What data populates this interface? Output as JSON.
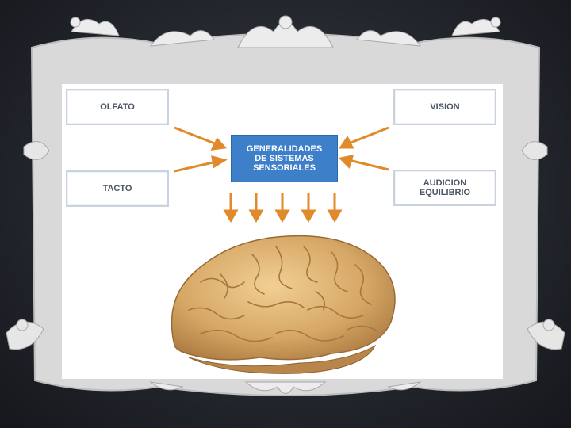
{
  "diagram": {
    "center": {
      "lines": [
        "GENERALIDADES",
        "DE SISTEMAS",
        "SENSORIALES"
      ]
    },
    "senses": {
      "olfato": "OLFATO",
      "tacto": "TACTO",
      "vision": "VISION",
      "audicion": [
        "AUDICION",
        "EQUILIBRIO"
      ]
    },
    "image": "brain-illustration"
  },
  "colors": {
    "background": "#24272e",
    "ornament": "#d8d8d8",
    "center_box": "#3d7fc8",
    "arrow": "#e08a2c",
    "box_border": "#c9d2dd",
    "box_text": "#4a5566",
    "brain": "#d6a766"
  }
}
